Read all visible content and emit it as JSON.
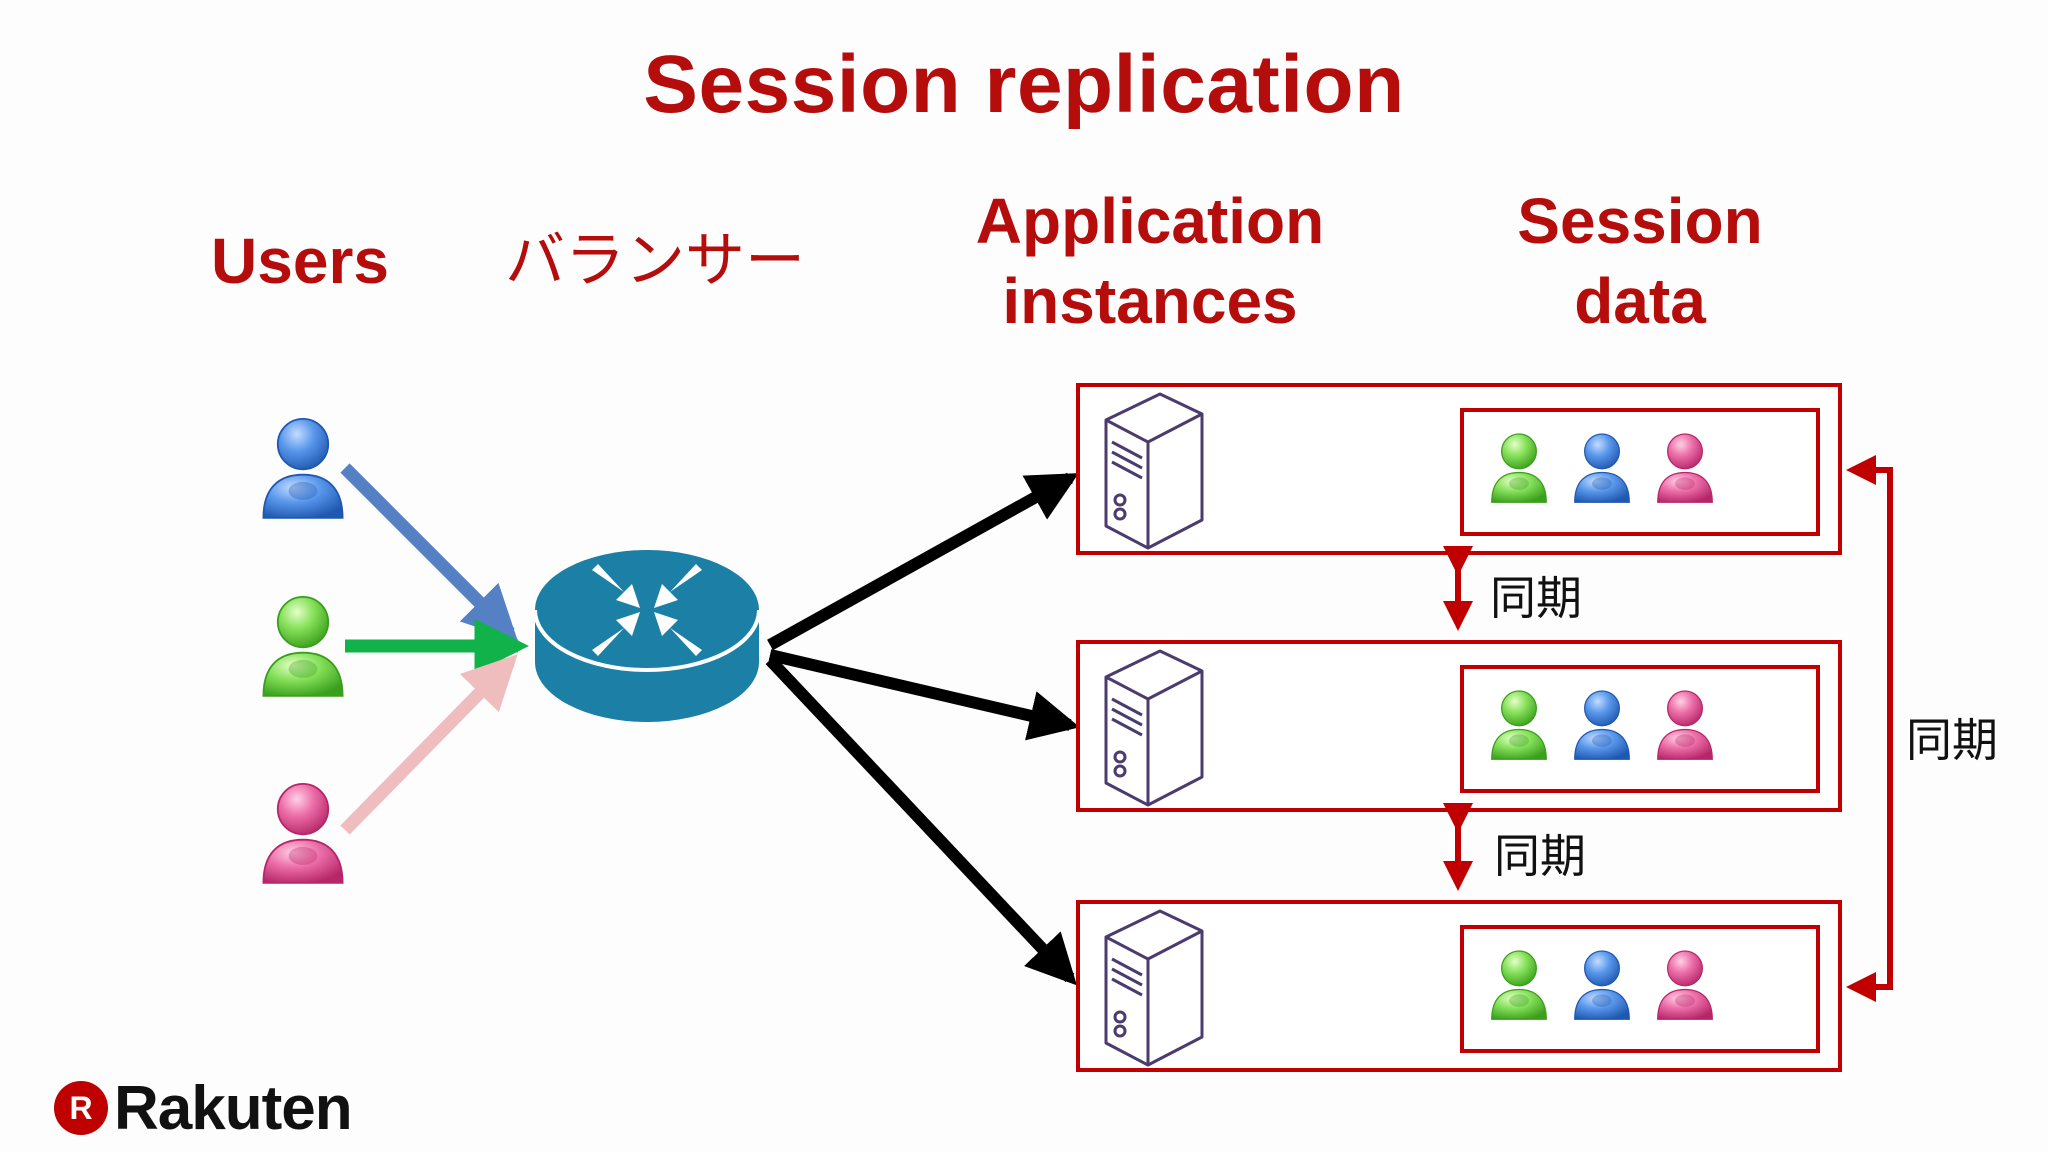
{
  "title": "Session replication",
  "headers": {
    "users": "Users",
    "balancer": "バランサー",
    "app_line1": "Application",
    "app_line2": "instances",
    "session_line1": "Session",
    "session_line2": "data"
  },
  "sync_labels": [
    "同期",
    "同期",
    "同期"
  ],
  "logo": {
    "mark": "R",
    "text": "Rakuten"
  },
  "colors": {
    "title_red": "#b50c0c",
    "box_red": "#c00000",
    "user_blue": "#3d7fd8",
    "user_green": "#5fce3a",
    "user_pink": "#e0508f",
    "router_teal": "#1b7fa6",
    "arrow_blue": "#5580c4",
    "arrow_green": "#12b24a",
    "arrow_pink": "#efbdbd",
    "server_purple": "#4b3b6e"
  },
  "users": [
    "blue",
    "green",
    "pink"
  ],
  "instances": [
    {
      "session_users": [
        "green",
        "blue",
        "pink"
      ]
    },
    {
      "session_users": [
        "green",
        "blue",
        "pink"
      ]
    },
    {
      "session_users": [
        "green",
        "blue",
        "pink"
      ]
    }
  ],
  "icons": [
    "user-icon",
    "router-icon",
    "server-icon",
    "rakuten-logo"
  ]
}
